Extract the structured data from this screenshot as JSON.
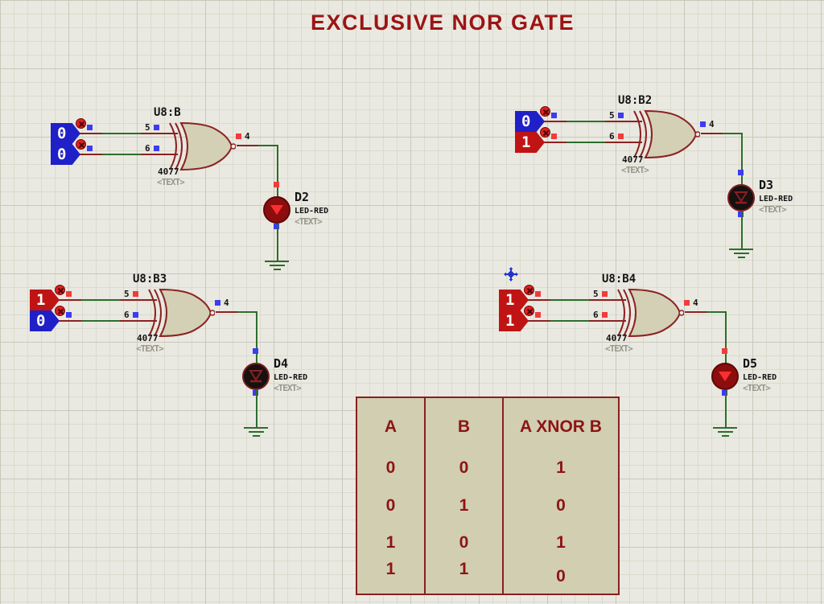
{
  "title": "EXCLUSIVE NOR GATE",
  "colors": {
    "canvas_bg": "#eae9e1",
    "grid_line": "#dbdacd",
    "dark_red": "#8b1e1e",
    "title_red": "#9c1414",
    "gate_fill": "#d3d0b5",
    "wire_green": "#2c6e2c",
    "wire_red": "#8b2222",
    "state_high": "#f03c3c",
    "state_low": "#3c3cf0",
    "tag_blue": "#2020c8",
    "tag_red": "#c01414",
    "led_on_body": "#8c0d0d",
    "led_on_triangle": "#fb2f2f",
    "led_off_body": "#171111"
  },
  "circuits": [
    {
      "ref": "U8:B",
      "part": "4077",
      "placeholder": "<TEXT>",
      "pin_in1": "5",
      "pin_in2": "6",
      "pin_out": "4",
      "input_a": "0",
      "input_b": "0",
      "output": "1",
      "led": {
        "ref": "D2",
        "part": "LED-RED",
        "placeholder": "<TEXT>",
        "state": "on"
      }
    },
    {
      "ref": "U8:B2",
      "part": "4077",
      "placeholder": "<TEXT>",
      "pin_in1": "5",
      "pin_in2": "6",
      "pin_out": "4",
      "input_a": "0",
      "input_b": "1",
      "output": "0",
      "led": {
        "ref": "D3",
        "part": "LED-RED",
        "placeholder": "<TEXT>",
        "state": "off"
      }
    },
    {
      "ref": "U8:B3",
      "part": "4077",
      "placeholder": "<TEXT>",
      "pin_in1": "5",
      "pin_in2": "6",
      "pin_out": "4",
      "input_a": "1",
      "input_b": "0",
      "output": "0",
      "led": {
        "ref": "D4",
        "part": "LED-RED",
        "placeholder": "<TEXT>",
        "state": "off"
      }
    },
    {
      "ref": "U8:B4",
      "part": "4077",
      "placeholder": "<TEXT>",
      "pin_in1": "5",
      "pin_in2": "6",
      "pin_out": "4",
      "input_a": "1",
      "input_b": "1",
      "output": "1",
      "led": {
        "ref": "D5",
        "part": "LED-RED",
        "placeholder": "<TEXT>",
        "state": "on"
      }
    }
  ],
  "truth_table": {
    "headers": [
      "A",
      "B",
      "A XNOR B"
    ],
    "rows": [
      [
        "0",
        "0",
        "1"
      ],
      [
        "0",
        "1",
        "0"
      ],
      [
        "1",
        "0",
        "1"
      ],
      [
        "1",
        "1",
        "0"
      ]
    ]
  }
}
